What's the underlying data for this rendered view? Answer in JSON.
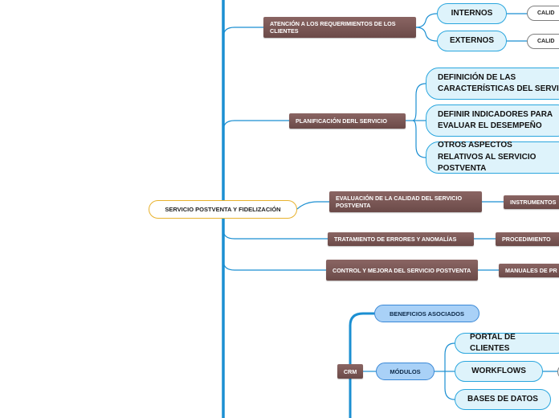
{
  "colors": {
    "line": "#1b8fd2",
    "brown": "#7a5654",
    "cyan_border": "#2aa6de",
    "root_border": "#e8b22e"
  },
  "root": {
    "label": "SERVICIO POSTVENTA Y FIDELIZACIÓN"
  },
  "branches": {
    "atencion": "ATENCIÓN A LOS REQUERIMIENTOS DE LOS CLIENTES",
    "planificacion": "PLANIFICACIÓN DERL SERVICIO",
    "evaluacion": "EVALUACIÓN DE LA CALIDAD DEL SERVICIO POSTVENTA",
    "tratamiento": "TRATAMIENTO DE ERRORES Y ANOMALÍAS",
    "control": "CONTROL Y MEJORA DEL SERVICIO POSTVENTA",
    "crm": "CRM"
  },
  "atencion_children": {
    "internos": "INTERNOS",
    "externos": "EXTERNOS",
    "calidad1": "CALID",
    "calidad2": "CALID"
  },
  "planificacion_children": {
    "definicion": "DEFINICIÓN DE LAS CARACTERÍSTICAS DEL SERVICIO",
    "indicadores": "DEFINIR INDICADORES PARA EVALUAR EL DESEMPEÑO",
    "otros": "OTROS ASPECTOS RELATIVOS AL SERVICIO POSTVENTA"
  },
  "evaluacion_child": "INSTRUMENTOS",
  "tratamiento_child": "PROCEDIMIENTO",
  "control_child": "MANUALES DE PR",
  "crm_children": {
    "beneficios": "BENEFICIOS ASOCIADOS",
    "modulos": "MÓDULOS",
    "portal": "PORTAL DE CLIENTES",
    "workflows": "WORKFLOWS",
    "bases": "BASES DE DATOS"
  }
}
